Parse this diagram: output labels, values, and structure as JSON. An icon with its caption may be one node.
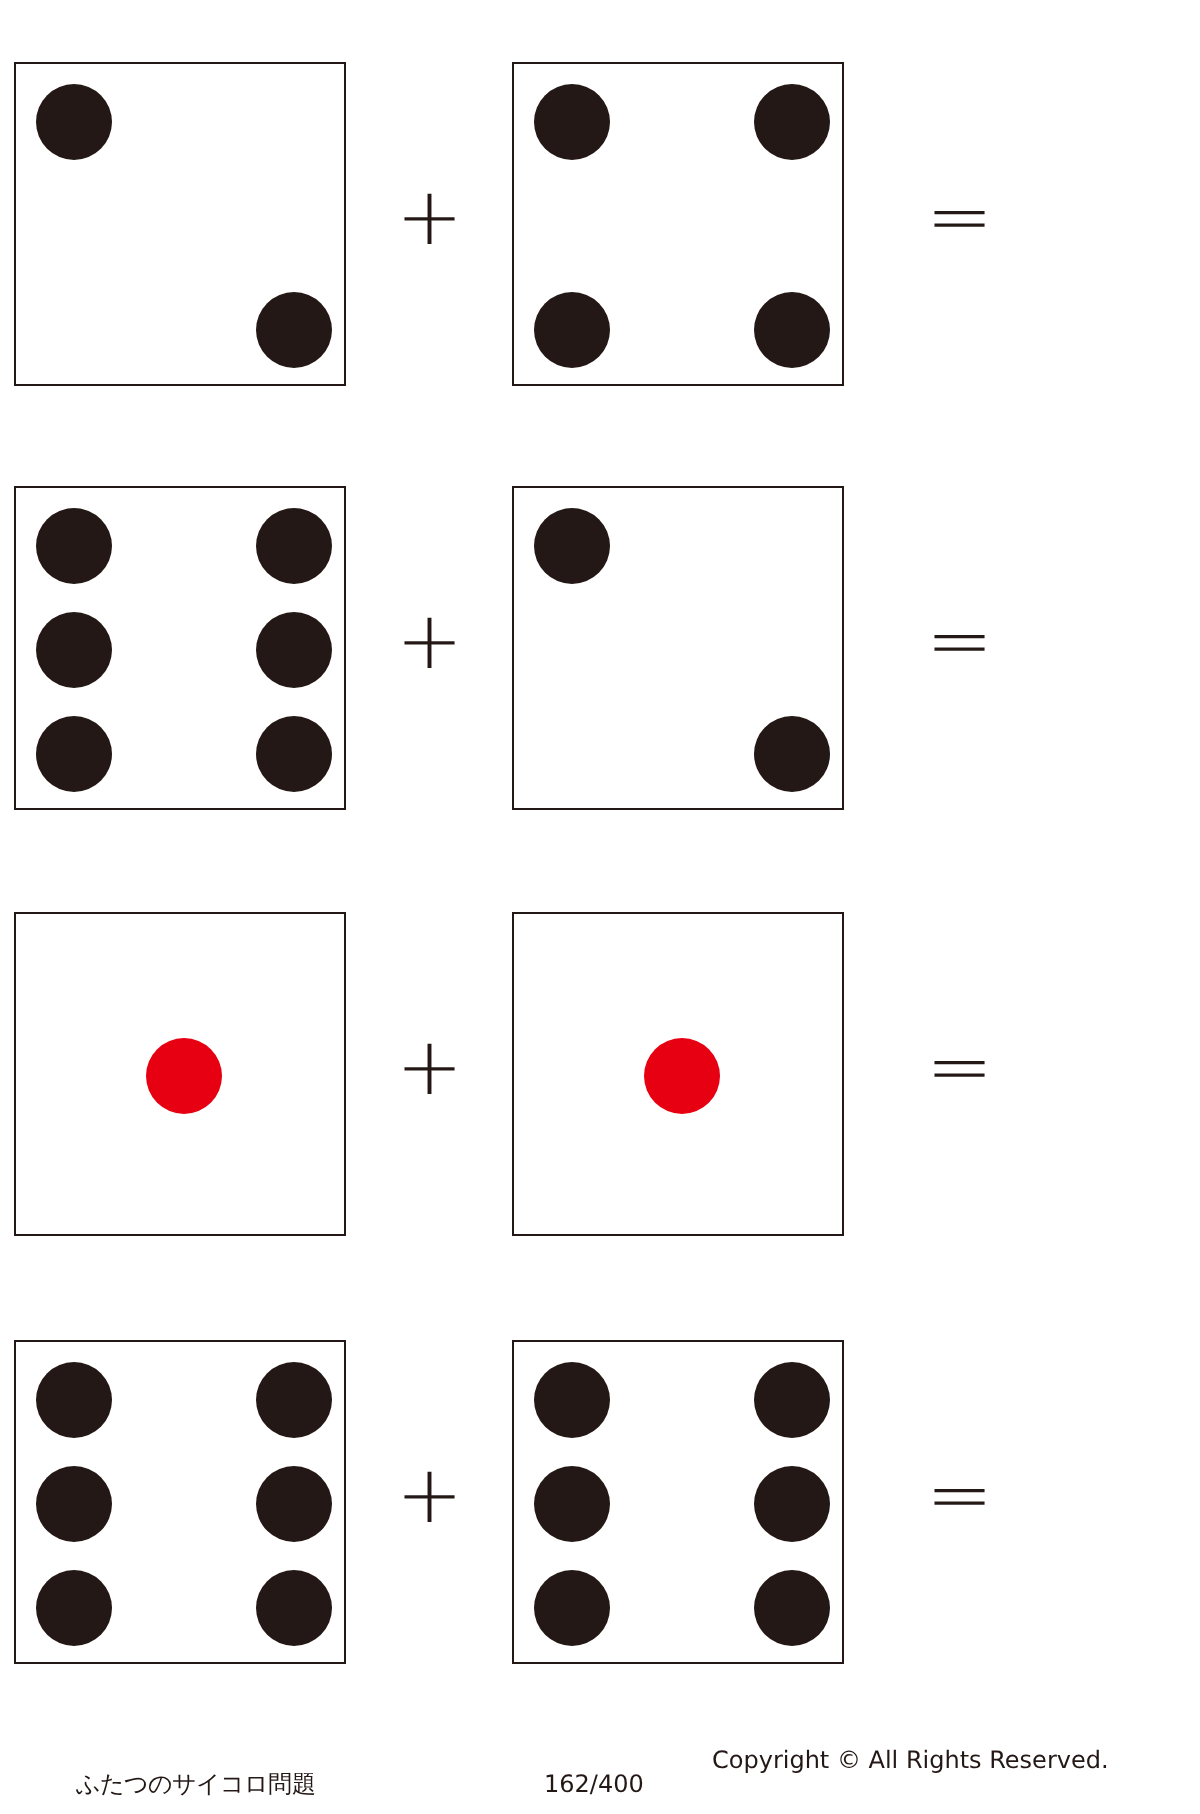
{
  "diagram": {
    "nodes": [
      {
        "text": [],
        "shape": "box"
      },
      {
        "text": [],
        "shape": "box"
      },
      {
        "text": [],
        "shape": "box"
      },
      {
        "text": [],
        "shape": "box"
      },
      {
        "text": [],
        "shape": "box"
      },
      {
        "text": [],
        "shape": "box"
      },
      {
        "text": [],
        "shape": "box"
      },
      {
        "text": [],
        "shape": "box"
      }
    ],
    "labels": [
      "+",
      "=",
      "+",
      "=",
      "+",
      "=",
      "+",
      "=",
      "ふたつのサイコロ問題",
      "162/400",
      "Copyright © All Rights Reserved."
    ]
  }
}
